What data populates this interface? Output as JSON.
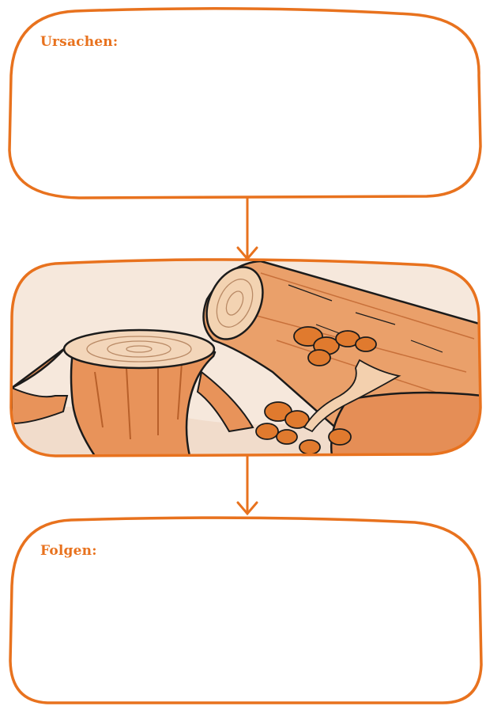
{
  "boxes": {
    "causes": {
      "label": "Ursachen:"
    },
    "effects": {
      "label": "Folgen:"
    }
  },
  "illustration": {
    "subject": "felled tree stump and log with fungi"
  },
  "colors": {
    "accent": "#e8721e",
    "illustration_background": "#f6e8dc",
    "wood": "#e8935a",
    "wood_light": "#f3c49c",
    "fungus": "#e07a2e",
    "outline": "#1b1b1b"
  }
}
